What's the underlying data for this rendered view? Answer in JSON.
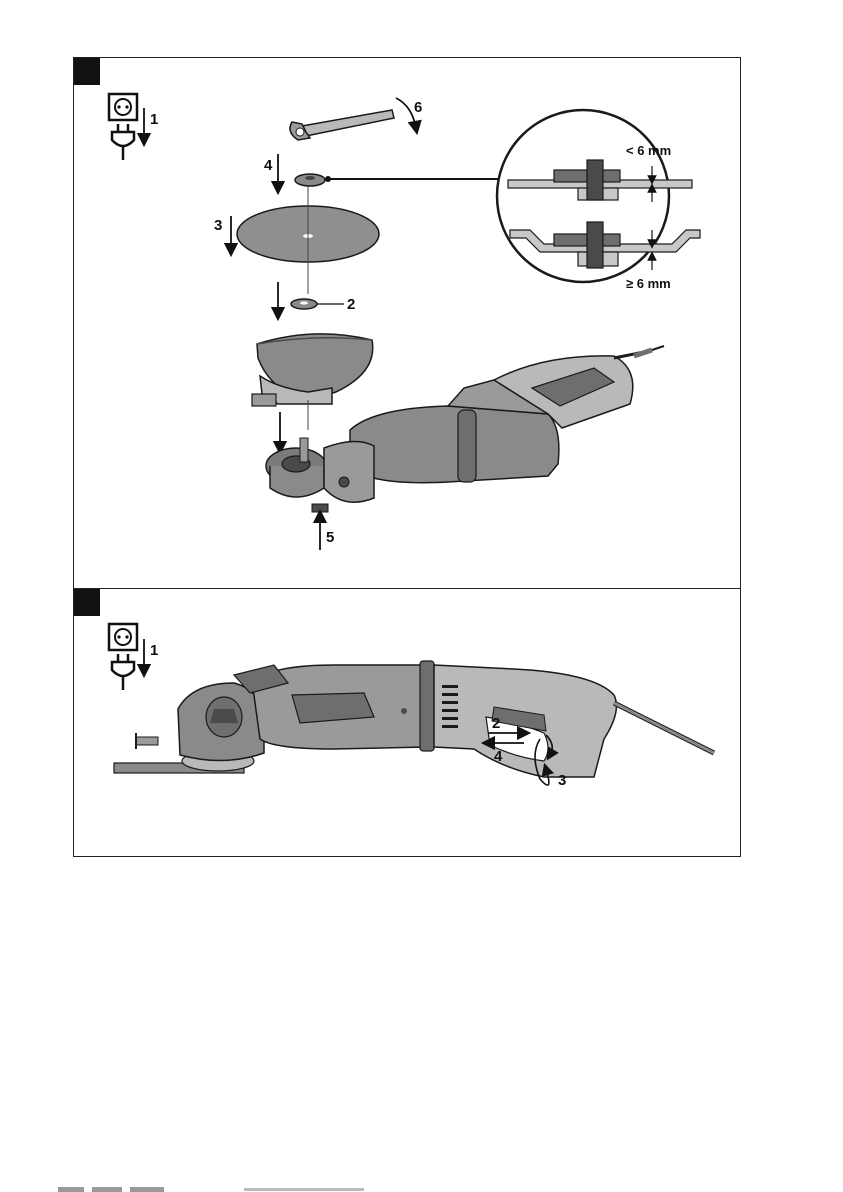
{
  "figure1": {
    "callouts": {
      "c1": "1",
      "c2": "2",
      "c3": "3",
      "c4": "4",
      "c5": "5",
      "c6": "6"
    },
    "detail_top_label": "< 6 mm",
    "detail_bottom_label": "≥ 6 mm"
  },
  "figure2": {
    "callouts": {
      "c1": "1",
      "c2": "2",
      "c3": "3",
      "c4": "4"
    }
  },
  "colors": {
    "tool_body": "#8a8a8a",
    "tool_light": "#b9b9b9",
    "tool_dark": "#4a4a4a",
    "outline": "#1a1a1a"
  },
  "icons": [
    "socket-icon",
    "plug-icon",
    "arrow-down-icon",
    "wrench-icon",
    "rotate-arrow-icon"
  ]
}
